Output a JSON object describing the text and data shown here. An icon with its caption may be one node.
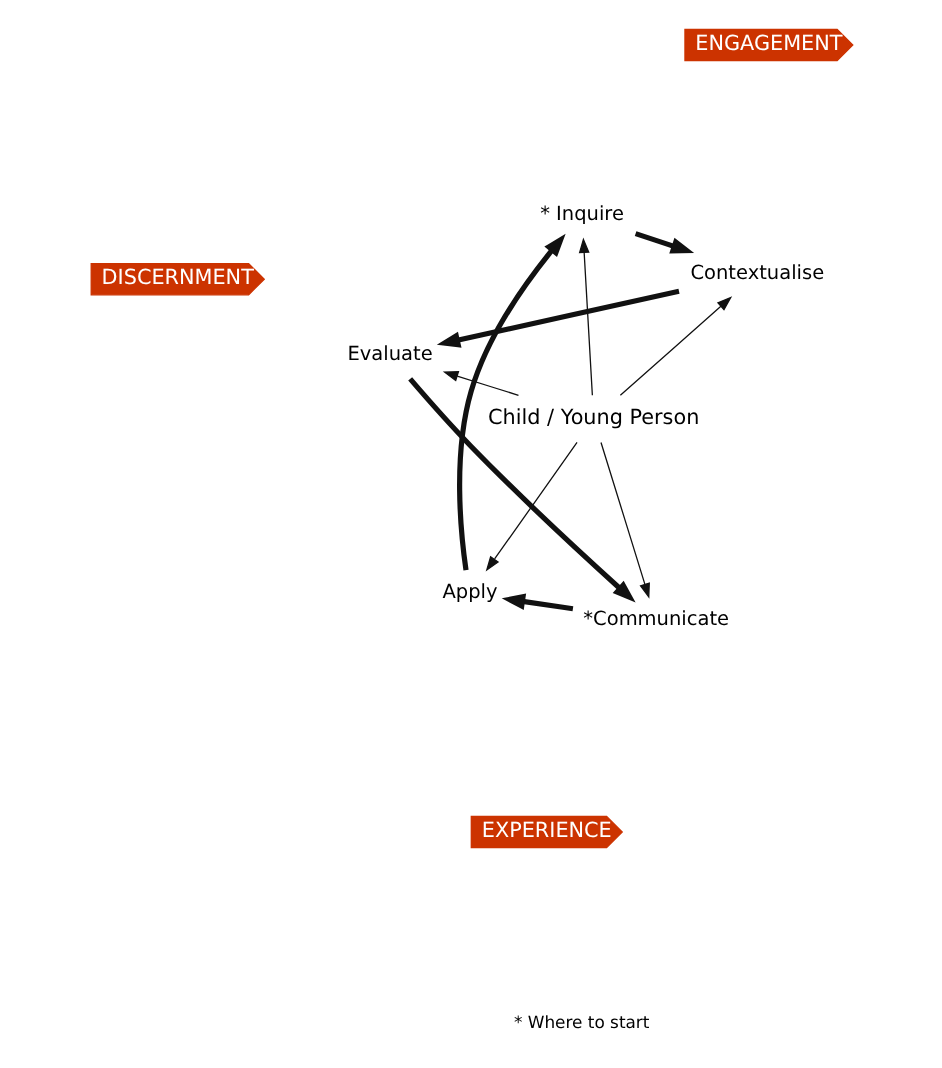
{
  "diagram": {
    "nodes": [
      {
        "text": [
          "Child / Young Person"
        ]
      },
      {
        "text": [
          "*Communicate"
        ]
      },
      {
        "text": [
          "Apply"
        ]
      },
      {
        "text": [
          "* Inquire"
        ]
      },
      {
        "text": [
          "Contextualise"
        ]
      },
      {
        "text": [
          "Evaluate"
        ]
      },
      {
        "text": [
          "EXPERIENCE"
        ]
      },
      {
        "text": [
          "ENGAGEMENT"
        ]
      },
      {
        "text": [
          "DISCERNMENT"
        ]
      }
    ],
    "edges": [
      {
        "from": 0,
        "to": 1,
        "arrow": "to"
      },
      {
        "from": 0,
        "to": 2,
        "arrow": "to"
      },
      {
        "from": 0,
        "to": 3,
        "arrow": "to"
      },
      {
        "from": 0,
        "to": 4,
        "arrow": "to"
      },
      {
        "from": 0,
        "to": 5,
        "arrow": "to"
      },
      {
        "from": 1,
        "to": 2,
        "arrow": "to",
        "style": "thick"
      },
      {
        "from": 2,
        "to": 3,
        "arrow": "to",
        "style": "thick"
      },
      {
        "from": 3,
        "to": 4,
        "arrow": "to",
        "style": "thick"
      },
      {
        "from": 4,
        "to": 5,
        "arrow": "to",
        "style": "thick"
      },
      {
        "from": 5,
        "to": 1,
        "arrow": "to",
        "style": "thick"
      }
    ],
    "labels": [
      "* Where to start"
    ]
  }
}
